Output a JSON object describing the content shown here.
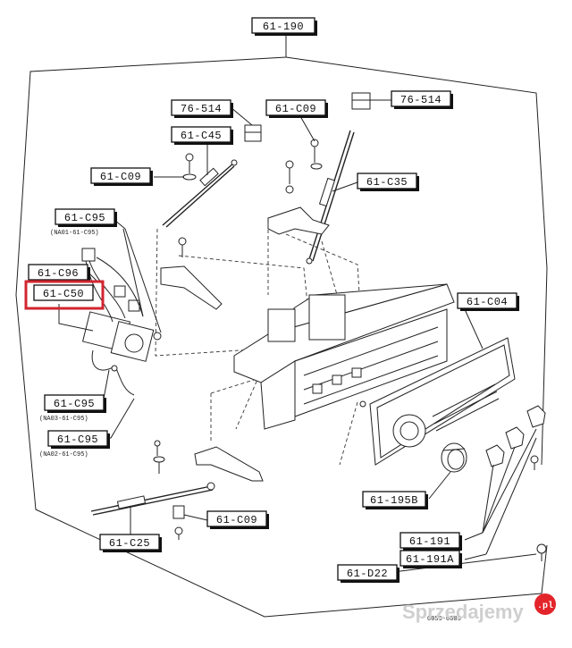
{
  "diagram": {
    "labels": [
      {
        "id": "l1",
        "text": "61-190"
      },
      {
        "id": "l2",
        "text": "76-514"
      },
      {
        "id": "l3",
        "text": "61-C09"
      },
      {
        "id": "l4",
        "text": "76-514"
      },
      {
        "id": "l5",
        "text": "61-C45"
      },
      {
        "id": "l6",
        "text": "61-C09"
      },
      {
        "id": "l7",
        "text": "61-C35"
      },
      {
        "id": "l8",
        "text": "61-C95"
      },
      {
        "id": "l9",
        "text": "61-C96"
      },
      {
        "id": "l10",
        "text": "61-C50"
      },
      {
        "id": "l11",
        "text": "61-C04"
      },
      {
        "id": "l12",
        "text": "61-C95"
      },
      {
        "id": "l13",
        "text": "61-C95"
      },
      {
        "id": "l14",
        "text": "61-195B"
      },
      {
        "id": "l15",
        "text": "61-C09"
      },
      {
        "id": "l16",
        "text": "61-C25"
      },
      {
        "id": "l17",
        "text": "61-191"
      },
      {
        "id": "l18",
        "text": "61-191A"
      },
      {
        "id": "l19",
        "text": "61-D22"
      }
    ],
    "sublabels": [
      {
        "id": "s1",
        "text": "(NA01-61-C95)"
      },
      {
        "id": "s2",
        "text": "(NA03-61-C95)"
      },
      {
        "id": "s3",
        "text": "(NA02-61-C95)"
      }
    ],
    "highlighted": "61-C50",
    "highlight_color": "#d22630",
    "corner_code": "0059-0005"
  },
  "watermark": {
    "text": "Sprzedajemy",
    "suffix": ".pl",
    "badge_color": "#e3252b"
  }
}
